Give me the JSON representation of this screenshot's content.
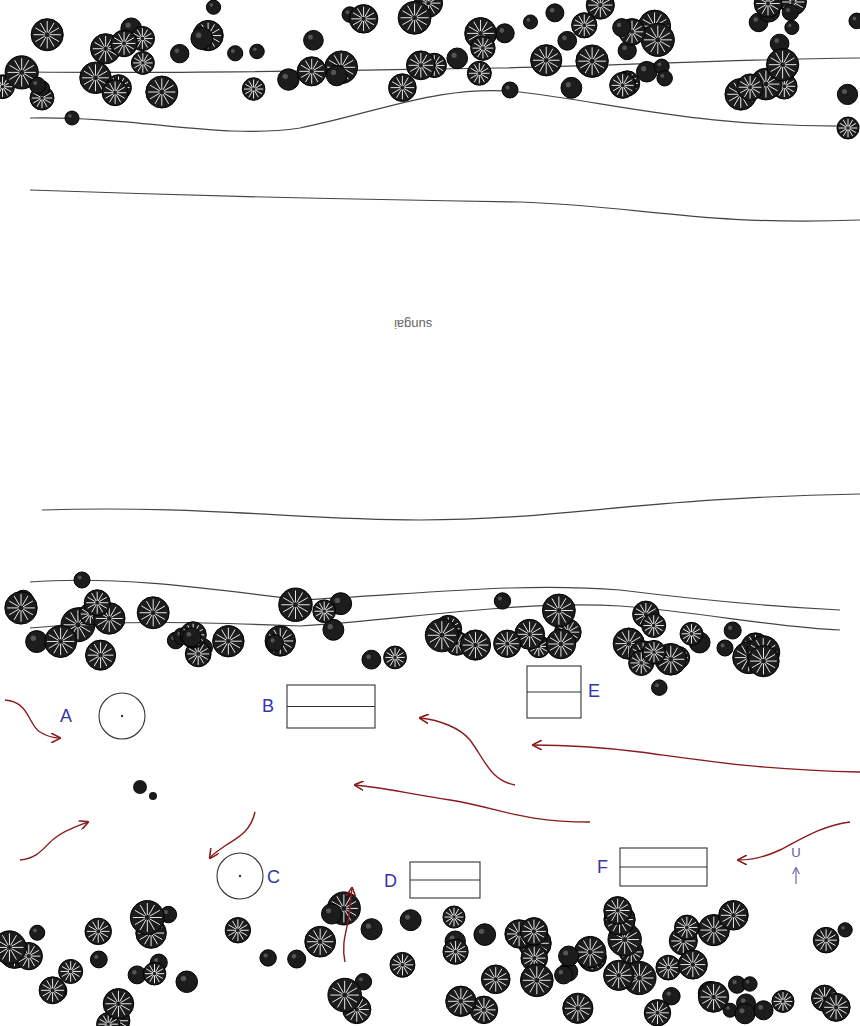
{
  "diagram": {
    "nodes": [
      {
        "text": [
          "A"
        ]
      },
      {
        "text": [
          "B"
        ]
      },
      {
        "text": [
          "E"
        ]
      },
      {
        "text": [
          "C"
        ]
      },
      {
        "text": [
          "D"
        ]
      },
      {
        "text": [
          "F"
        ]
      }
    ],
    "labels": [
      "sungai",
      "U"
    ]
  }
}
